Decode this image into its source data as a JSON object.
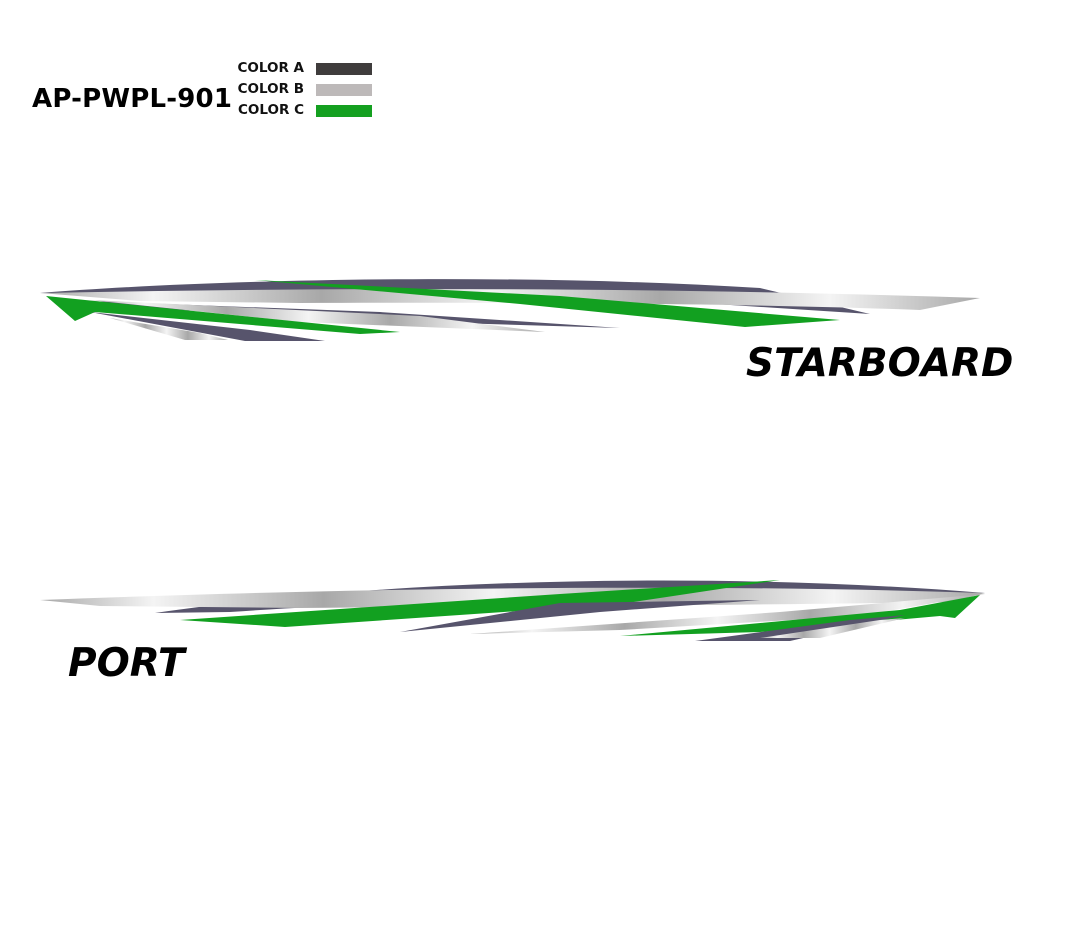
{
  "product_code": "AP-PWPL-901",
  "legend": [
    {
      "label": "COLOR A",
      "color": "#3f3c3c"
    },
    {
      "label": "COLOR B",
      "color": "#bdb9b9"
    },
    {
      "label": "COLOR C",
      "color": "#14a020"
    }
  ],
  "stripe_colors": {
    "dark": "#57546c",
    "silver_light": "#f4f4f4",
    "silver_dark": "#a8a8a8",
    "green": "#12a020"
  },
  "sides": {
    "starboard": {
      "label": "STARBOARD"
    },
    "port": {
      "label": "PORT"
    }
  }
}
